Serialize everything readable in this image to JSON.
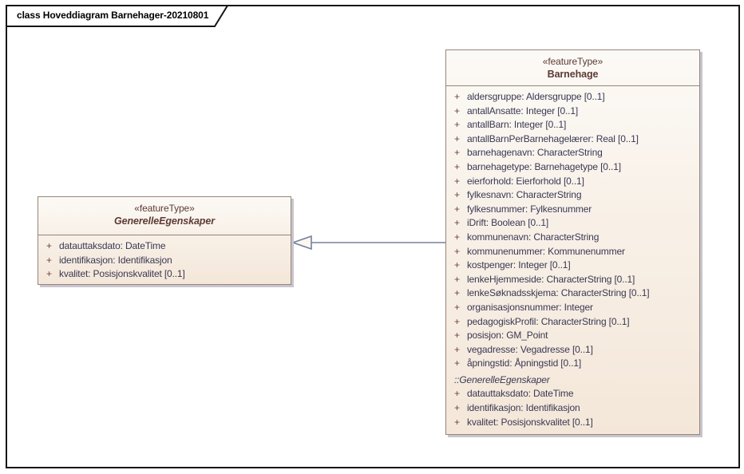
{
  "diagram": {
    "frame_label": "class Hoveddiagram Barnehager-20210801"
  },
  "colors": {
    "class_fill_top": "#FCFAF6",
    "class_fill_bottom": "#F4E7D9",
    "class_border": "#96847C",
    "class_shadow": "#C8C5CC",
    "header_text": "#5C3A34",
    "attribute_text": "#393853",
    "visibility_text": "#6F4545",
    "connector": "#75819E",
    "frame_border": "#161616"
  },
  "classes": [
    {
      "stereotype": "«featureType»",
      "name": "GenerelleEgenskaper",
      "abstract": true,
      "attributes": [
        {
          "vis": "+",
          "text": "datauttaksdato: DateTime"
        },
        {
          "vis": "+",
          "text": "identifikasjon: Identifikasjon"
        },
        {
          "vis": "+",
          "text": "kvalitet: Posisjonskvalitet [0..1]"
        }
      ]
    },
    {
      "stereotype": "«featureType»",
      "name": "Barnehage",
      "abstract": false,
      "attributes": [
        {
          "vis": "+",
          "text": "aldersgruppe: Aldersgruppe [0..1]"
        },
        {
          "vis": "+",
          "text": "antallAnsatte: Integer [0..1]"
        },
        {
          "vis": "+",
          "text": "antallBarn: Integer [0..1]"
        },
        {
          "vis": "+",
          "text": "antallBarnPerBarnehagelærer: Real [0..1]"
        },
        {
          "vis": "+",
          "text": "barnehagenavn: CharacterString"
        },
        {
          "vis": "+",
          "text": "barnehagetype: Barnehagetype [0..1]"
        },
        {
          "vis": "+",
          "text": "eierforhold: Eierforhold [0..1]"
        },
        {
          "vis": "+",
          "text": "fylkesnavn: CharacterString"
        },
        {
          "vis": "+",
          "text": "fylkesnummer: Fylkesnummer"
        },
        {
          "vis": "+",
          "text": "iDrift: Boolean [0..1]"
        },
        {
          "vis": "+",
          "text": "kommunenavn: CharacterString"
        },
        {
          "vis": "+",
          "text": "kommunenummer: Kommunenummer"
        },
        {
          "vis": "+",
          "text": "kostpenger: Integer [0..1]"
        },
        {
          "vis": "+",
          "text": "lenkeHjemmeside: CharacterString [0..1]"
        },
        {
          "vis": "+",
          "text": "lenkeSøknadsskjema: CharacterString [0..1]"
        },
        {
          "vis": "+",
          "text": "organisasjonsnummer: Integer"
        },
        {
          "vis": "+",
          "text": "pedagogiskProfil: CharacterString [0..1]"
        },
        {
          "vis": "+",
          "text": "posisjon: GM_Point"
        },
        {
          "vis": "+",
          "text": "vegadresse: Vegadresse [0..1]"
        },
        {
          "vis": "+",
          "text": "åpningstid: Åpningstid [0..1]"
        }
      ],
      "inherited_header": "::GenerelleEgenskaper",
      "inherited_attributes": [
        {
          "vis": "+",
          "text": "datauttaksdato: DateTime"
        },
        {
          "vis": "+",
          "text": "identifikasjon: Identifikasjon"
        },
        {
          "vis": "+",
          "text": "kvalitet: Posisjonskvalitet [0..1]"
        }
      ]
    }
  ],
  "relationships": [
    {
      "type": "generalization",
      "from": "Barnehage",
      "to": "GenerelleEgenskaper"
    }
  ]
}
